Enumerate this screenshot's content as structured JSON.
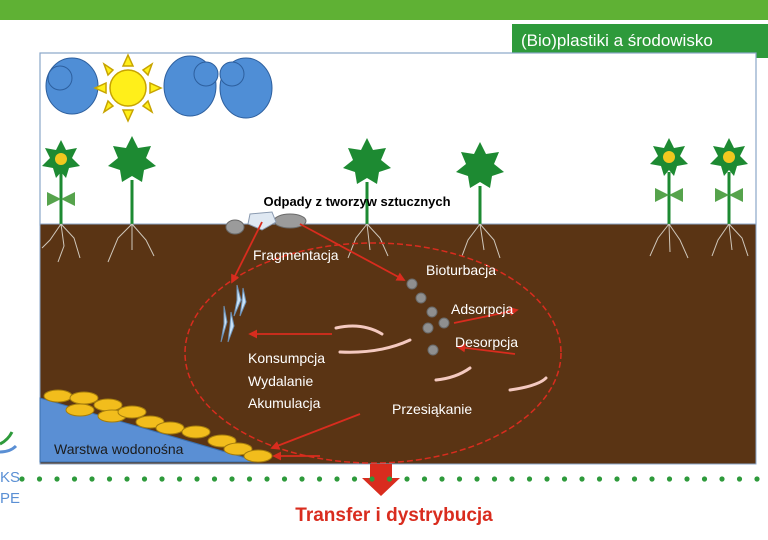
{
  "header": {
    "title": "(Bio)plastiki a środowisko"
  },
  "diagram": {
    "waste_label": "Odpady z tworzyw sztucznych",
    "processes": {
      "fragmentation": "Fragmentacja",
      "bioturbation": "Bioturbacja",
      "adsorption": "Adsorpcja",
      "desorption": "Desorpcja",
      "consumption": "Konsumpcja",
      "excretion": "Wydalanie",
      "accumulation": "Akumulacja",
      "leaching": "Przesiąkanie"
    },
    "aquifer_label": "Warstwa wodonośna",
    "footer_label": "Transfer i dystrybucja"
  },
  "logo": {
    "line1": "KS",
    "line2": "PE"
  },
  "colors": {
    "soil": "#5a3414",
    "topbar": "#5fb134",
    "badge": "#2e9a3b",
    "cloud": "#4f8ed6",
    "sun": "#ffef1a",
    "plant": "#1d8a32",
    "arrow": "#d92c1e",
    "aquifer": "#5a8fd4",
    "dots": "#2e9a3b"
  }
}
